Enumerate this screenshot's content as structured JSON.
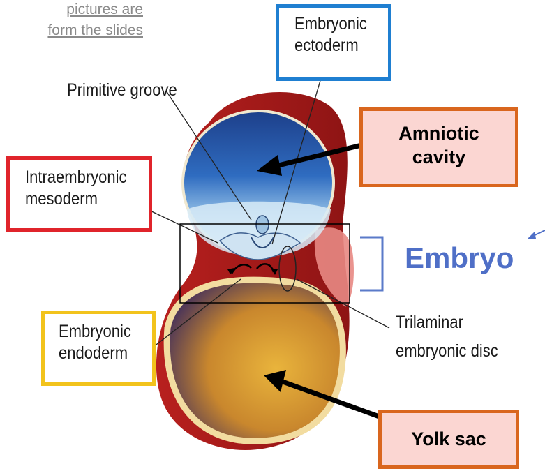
{
  "note": {
    "line1": "pictures are",
    "line2": "form the slides"
  },
  "labels": {
    "embryonic_ectoderm_1": "Embryonic",
    "embryonic_ectoderm_2": "ectoderm",
    "primitive_groove": "Primitive groove",
    "intraembryonic_1": "Intraembryonic",
    "intraembryonic_2": "mesoderm",
    "embryonic_endoderm_1": "Embryonic",
    "embryonic_endoderm_2": "endoderm",
    "trilaminar_1": "Trilaminar",
    "trilaminar_2": "embryonic disc"
  },
  "callouts": {
    "amniotic_1": "Amniotic",
    "amniotic_2": "cavity",
    "yolk_sac": "Yolk sac",
    "embryo": "Embryo"
  },
  "colors": {
    "ectoderm_box": "#1f7fd1",
    "mesoderm_box": "#e0242b",
    "endoderm_box": "#f2c31c",
    "callout_border": "#d9661e",
    "callout_fill": "#fbd6d2",
    "embryo_text": "#4f6fc7"
  }
}
